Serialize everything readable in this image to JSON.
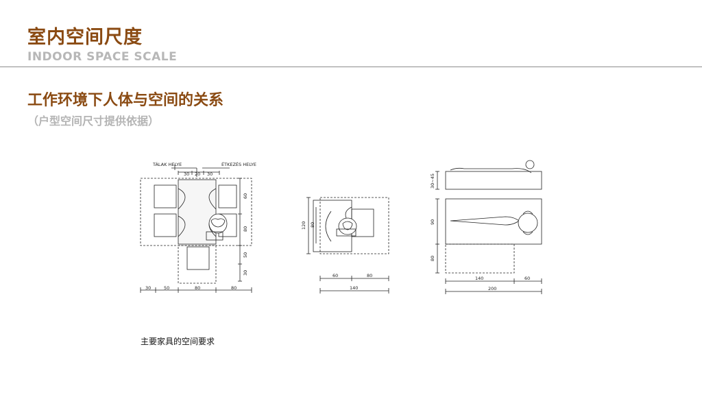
{
  "header": {
    "title": "室内空间尺度",
    "subtitle_en": "INDOOR SPACE SCALE"
  },
  "section": {
    "title": "工作环境下人体与空间的关系",
    "subtitle": "（户型空间尺寸提供依据）"
  },
  "diagram": {
    "dining_labels": {
      "left_top": "TÁLAK HELYE",
      "right_top": "ÉTKEZÉS HELYE"
    },
    "dining_top_dims": [
      "30",
      "20",
      "30"
    ],
    "dining_right_dims": [
      "60",
      "80",
      "50",
      "30"
    ],
    "dining_bottom_dims": [
      "30",
      "50",
      "80",
      "80"
    ],
    "desk_left_dims": [
      "120",
      "80"
    ],
    "desk_bottom_dims": [
      "60",
      "80"
    ],
    "desk_total": "140",
    "bed_left_dims": [
      "30~45",
      "90",
      "80"
    ],
    "bed_bottom_dims": [
      "140",
      "60"
    ],
    "bed_total": "200"
  },
  "caption": "主要家具的空间要求",
  "colors": {
    "title": "#8a4a12",
    "subtitle_gray": "#b7b7b7",
    "rule": "#8c8c8c"
  }
}
